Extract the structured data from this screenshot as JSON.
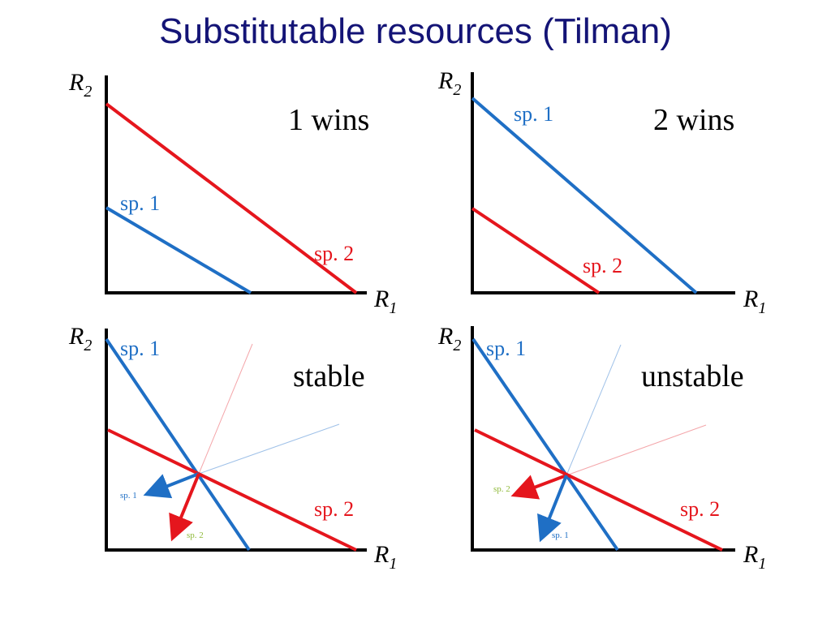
{
  "title": "Substitutable resources (Tilman)",
  "colors": {
    "sp1": "#1f6fc5",
    "sp2": "#e5161d",
    "title": "#141476",
    "tiny_green": "#8fba3a"
  },
  "axes": {
    "y_base": "R",
    "y_sub": "2",
    "x_base": "R",
    "x_sub": "1"
  },
  "panels": {
    "p1": {
      "outcome": "1 wins",
      "sp1": "sp. 1",
      "sp2": "sp. 2"
    },
    "p2": {
      "outcome": "2 wins",
      "sp1": "sp. 1",
      "sp2": "sp. 2"
    },
    "p3": {
      "outcome": "stable",
      "sp1": "sp. 1",
      "sp2": "sp. 2",
      "arrow_sp1": "sp. 1",
      "arrow_sp2": "sp. 2"
    },
    "p4": {
      "outcome": "unstable",
      "sp1": "sp. 1",
      "sp2": "sp. 2",
      "arrow_sp1": "sp. 1",
      "arrow_sp2": "sp. 2"
    }
  }
}
